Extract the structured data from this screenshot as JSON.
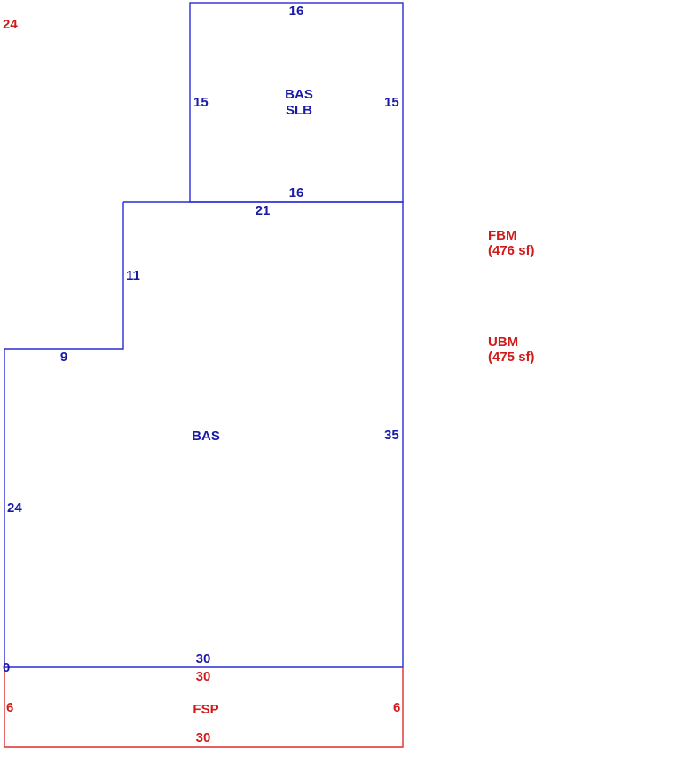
{
  "colors": {
    "main": "#2a2ad8",
    "accent": "#e02a2a"
  },
  "corner_label": "24",
  "upper_section": {
    "name_line1": "BAS",
    "name_line2": "SLB",
    "top": "16",
    "left": "15",
    "right": "15",
    "bottom": "16"
  },
  "main_section": {
    "name": "BAS",
    "top": "21",
    "step_vertical": "11",
    "step_horizontal": "9",
    "left": "24",
    "right": "35",
    "bottom": "30",
    "small_left": "0"
  },
  "porch_section": {
    "name": "FSP",
    "top": "30",
    "left": "6",
    "right": "6",
    "bottom": "30"
  },
  "legend": [
    {
      "code": "FBM",
      "area": "(476 sf)"
    },
    {
      "code": "UBM",
      "area": "(475 sf)"
    }
  ]
}
